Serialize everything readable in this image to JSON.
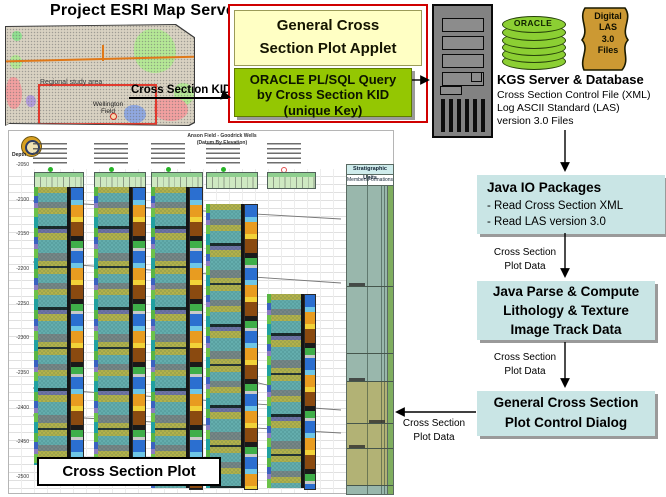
{
  "map_section": {
    "title": "Project ESRI Map Server",
    "regional_label": "Regional study area",
    "field_label": "Wellington\nField",
    "kid_label": "Cross Section KID"
  },
  "applet_panel": {
    "applet_title": "General Cross\nSection Plot Applet",
    "query_label": "ORACLE PL/SQL Query\nby Cross Section KID\n(unique Key)"
  },
  "kgs": {
    "oracle_label": "ORACLE",
    "las_label": "Digital\nLAS\n3.0\nFiles",
    "title": "KGS Server & Database",
    "line1": "Cross Section Control File (XML)",
    "line2": "Log ASCII Standard (LAS)",
    "line3": "version 3.0 Files"
  },
  "flow": {
    "java_io_title": "Java IO Packages",
    "java_io_item1": "- Read Cross Section XML",
    "java_io_item2": "- Read LAS version 3.0",
    "label_io_to_parse": "Cross Section\nPlot Data",
    "java_parse": "Java Parse & Compute\nLithology & Texture\nImage Track Data",
    "label_parse_to_dialog": "Cross Section\nPlot Data",
    "dialog": "General Cross Section\nPlot Control Dialog",
    "label_dialog_to_plot": "Cross Section\nPlot Data"
  },
  "plot": {
    "title": "Anson Field - Goodrick Wells\n(Datum By Elevation)",
    "depth_label": "Depth",
    "depth_ticks": [
      "-2050",
      "-2100",
      "-2150",
      "-2200",
      "-2250",
      "-2300",
      "-2350",
      "-2400",
      "-2450",
      "-2500"
    ],
    "strat_header": "Stratigraphic Units",
    "strat_col1": "Members",
    "strat_col2": "Formations",
    "caption": "Cross Section Plot",
    "wells": {
      "count": 5,
      "markers": [
        "green",
        "green",
        "green",
        "green",
        "red"
      ]
    }
  },
  "colors": {
    "accent_red": "#cf0000",
    "applet_yellow": "#ffffc4",
    "query_green": "#94c702",
    "flow_box_cyan": "#c9e5e5",
    "oracle_green": "#8ccf33",
    "las_tan": "#cc9933",
    "strat_sage": "#99b7ac",
    "strat_olive": "#b2b275"
  }
}
